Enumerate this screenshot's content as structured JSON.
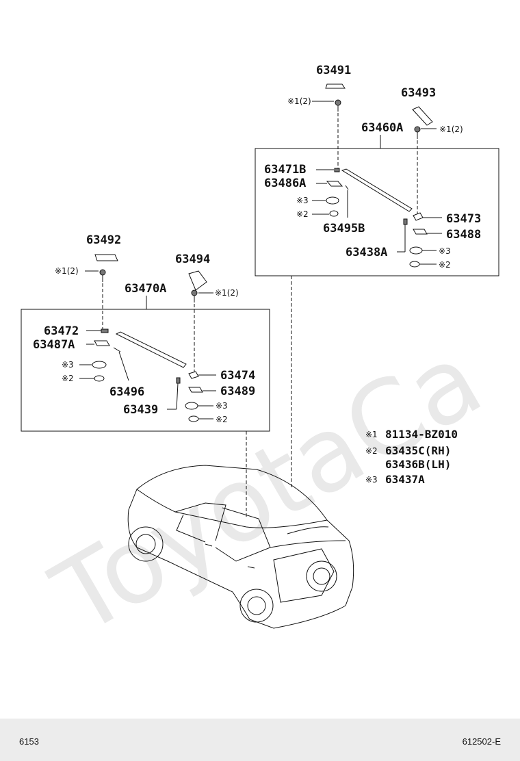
{
  "watermark": "ToyotaCa",
  "parts": {
    "p63491": "63491",
    "p63493": "63493",
    "p63460A": "63460A",
    "p63471B": "63471B",
    "p63486A": "63486A",
    "p63495B": "63495B",
    "p63473": "63473",
    "p63488": "63488",
    "p63438A": "63438A",
    "p63492": "63492",
    "p63494": "63494",
    "p63470A": "63470A",
    "p63472": "63472",
    "p63487A": "63487A",
    "p63496": "63496",
    "p63474": "63474",
    "p63489": "63489",
    "p63439": "63439"
  },
  "refs": {
    "r1_2": "※1(2)",
    "r2": "※2",
    "r3": "※3"
  },
  "legend": {
    "l1_mark": "※1",
    "l1_val": "81134-BZ010",
    "l2_mark": "※2",
    "l2_val": "63435C(RH)",
    "l2_val2": "63436B(LH)",
    "l3_mark": "※3",
    "l3_val": "63437A"
  },
  "footer": {
    "left": "6153",
    "right": "612502-E"
  }
}
